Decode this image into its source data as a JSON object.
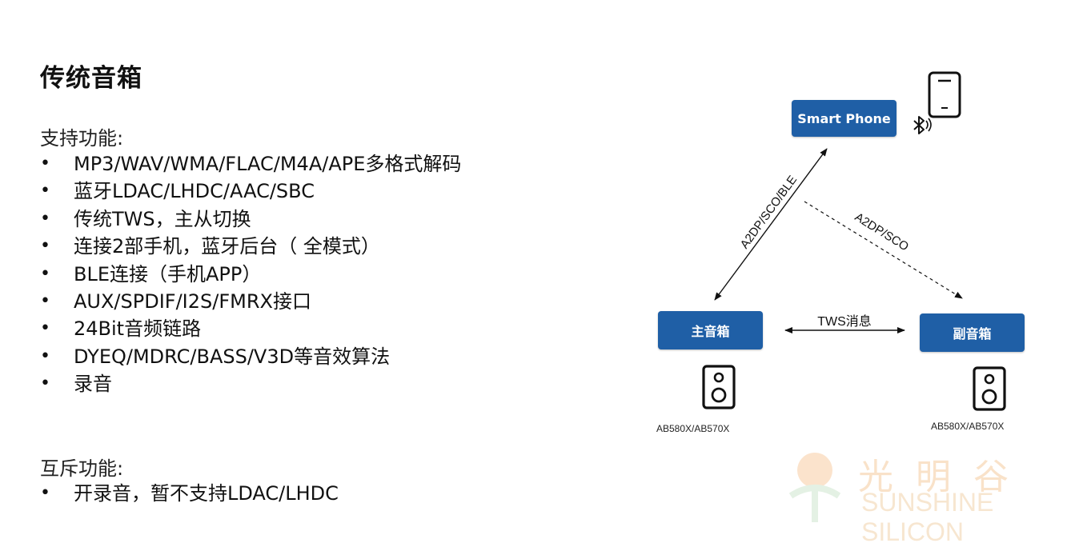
{
  "title": "传统音箱",
  "features": {
    "heading": "支持功能:",
    "bullet": "•",
    "items": [
      "MP3/WAV/WMA/FLAC/M4A/APE多格式解码",
      "蓝牙LDAC/LHDC/AAC/SBC",
      "传统TWS，主从切换",
      "连接2部手机，蓝牙后台（ 全模式）",
      "BLE连接（手机APP）",
      "AUX/SPDIF/I2S/FMRX接口",
      "24Bit音频链路",
      "DYEQ/MDRC/BASS/V3D等音效算法",
      "录音"
    ]
  },
  "conflicts": {
    "heading": "互斥功能:",
    "bullet": "•",
    "items": [
      "开录音，暂不支持LDAC/LHDC"
    ]
  },
  "diagram": {
    "nodes": {
      "phone": "Smart Phone",
      "master": "主音箱",
      "slave": "副音箱"
    },
    "edges": {
      "phone_master": "A2DP/SCO/BLE",
      "phone_slave": "A2DP/SCO",
      "master_slave": "TWS消息"
    },
    "chips": {
      "master": "AB580X/AB570X",
      "slave": "AB580X/AB570X"
    },
    "icons": {
      "phone": "smartphone-icon",
      "bluetooth": "bluetooth-icon",
      "master_speaker": "speaker-icon",
      "slave_speaker": "speaker-icon"
    },
    "colors": {
      "node_fill": "#1f5fa6",
      "node_text": "#ffffff",
      "line": "#111111"
    }
  },
  "watermark": {
    "cn": "光明谷",
    "en": "SUNSHINE SILICON",
    "color": "#f4c9a0"
  }
}
